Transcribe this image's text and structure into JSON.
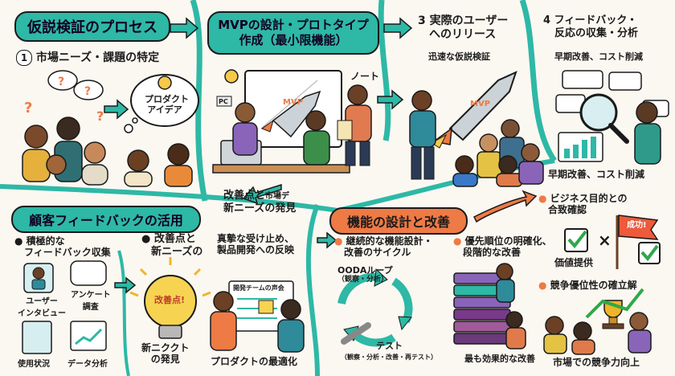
{
  "colors": {
    "teal": "#2eb8a6",
    "orange": "#ee7a45",
    "cream": "#fbf8f1",
    "ink": "#1b1b1b"
  },
  "panel1": {
    "title": "仮説検証のプロセス",
    "step_num": "1",
    "step": "市場ニーズ・課題の特定",
    "bubble_line1": "プロダクト",
    "bubble_line2": "アイデア"
  },
  "panel2": {
    "title_line1": "MVPの設計・プロトタイプ",
    "title_line2": "作成（最小限機能）",
    "note": "ノート",
    "pc": "PC",
    "mvp": "MVP"
  },
  "panel3": {
    "num": "3",
    "title_line1": "実際のユーザー",
    "title_line2": "へのリリース",
    "sub": "迅速な仮説検証",
    "mvp": "MVP"
  },
  "panel4": {
    "num": "4",
    "title_line1": "フィードバック・",
    "title_line2": "反応の収集・分析",
    "sub": "早期改善、コスト削減",
    "bottom": "早期改善、コスト削減"
  },
  "middle": {
    "improve_line1": "改善点と",
    "improve_suffix": "市場デ",
    "improve_line2": "新ニーズの発見"
  },
  "panel5": {
    "title": "顧客フィードバックの活用",
    "bullet1_line1": "積極的な",
    "bullet1_line2": "フィードバック収集",
    "interview_line1": "ユーザー",
    "interview_line2": "インタビュー",
    "survey_line1": "アンケート",
    "survey_line2": "調査",
    "usage": "使用状況",
    "analysis": "データ分析",
    "bullet2_line1": "改善点と",
    "bullet2_line2": "新ニーズの",
    "bulb_text": "改善点!",
    "bulb_cap_line1": "新ニククト",
    "bulb_cap_line2": "の発見"
  },
  "panel6": {
    "line1": "真摯な受け止め、",
    "line2": "製品開発への反映",
    "board": "開発チームの声会",
    "caption": "プロダクトの最適化"
  },
  "panel7": {
    "title": "機能の設計と改善",
    "bullet1_line1": "継続的な機能設計・",
    "bullet1_line2": "改善のサイクル",
    "ooda_line1": "OODAループ",
    "ooda_line2": "（観察・分析）",
    "test": "テスト",
    "test_sub": "（観察・分析・改善・再テスト）",
    "bullet2_line1": "優先順位の明確化、",
    "bullet2_line2": "段階的な改善",
    "caption": "最も効果的な改善"
  },
  "panel8": {
    "bullet1_line1": "ビジネス目的との",
    "bullet1_line2": "合致確認",
    "flag": "成功!",
    "value": "価値提供",
    "bullet2": "競争優位性の確立解",
    "caption": "市場での競争力向上"
  }
}
